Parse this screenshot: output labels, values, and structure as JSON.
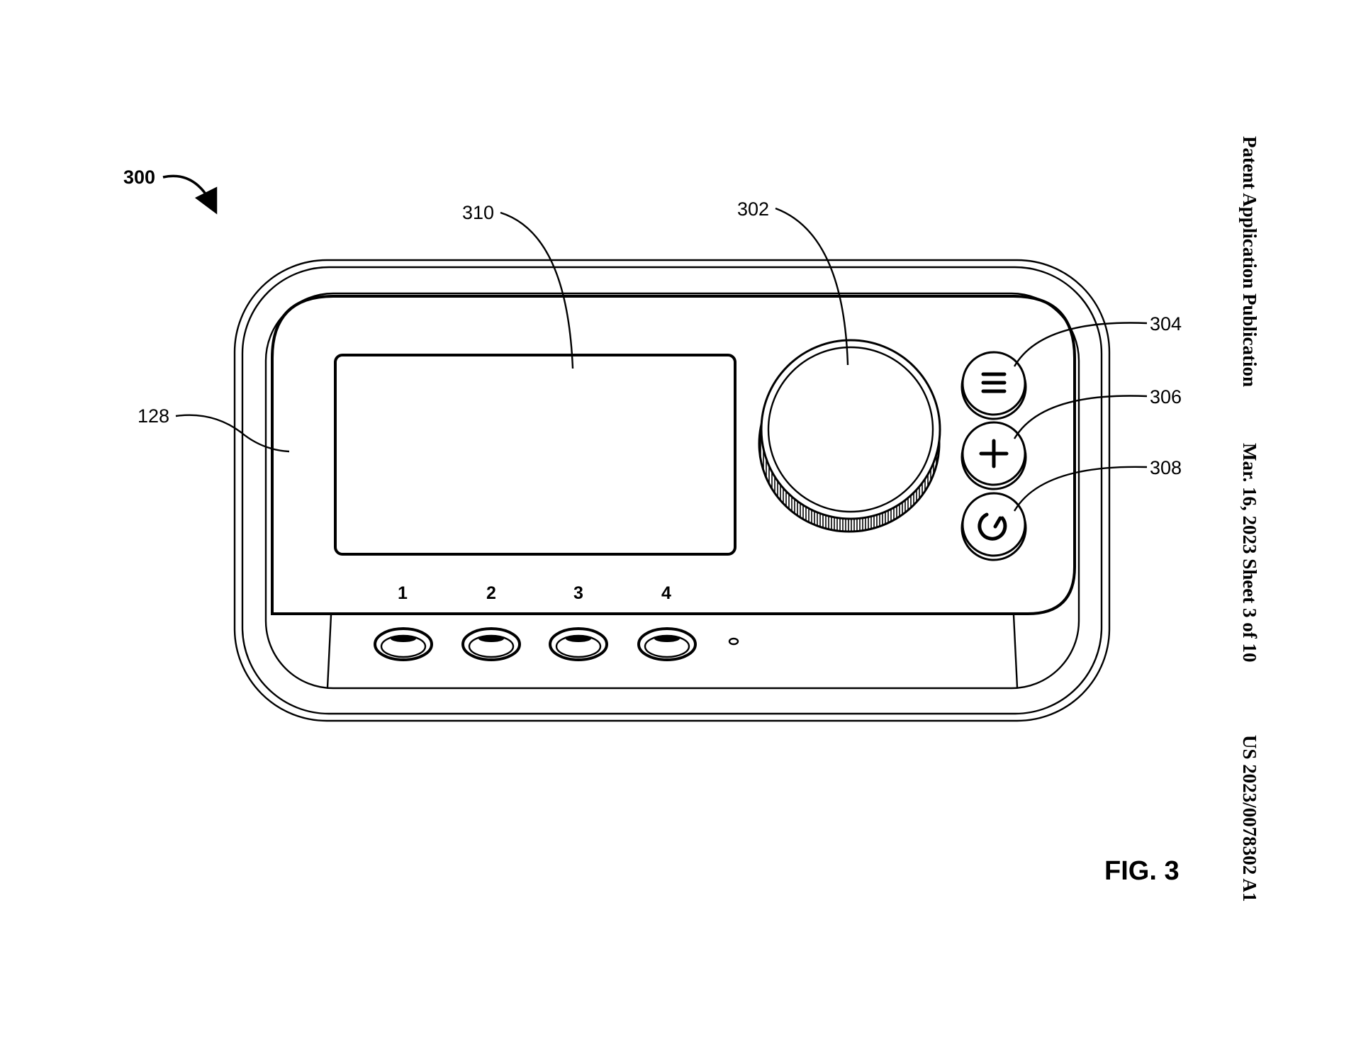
{
  "header": {
    "publication": "Patent Application Publication",
    "date_sheet": "Mar. 16, 2023 Sheet 3 of 10",
    "number": "US 2023/0078302 A1"
  },
  "figure_label": "FIG. 3",
  "reference_numerals": {
    "device": "300",
    "housing": "128",
    "display": "310",
    "knob": "302",
    "menu_button": "304",
    "plus_button": "306",
    "power_button": "308"
  },
  "preset_labels": [
    "1",
    "2",
    "3",
    "4"
  ],
  "icons": [
    "menu-icon",
    "plus-icon",
    "power-icon"
  ]
}
